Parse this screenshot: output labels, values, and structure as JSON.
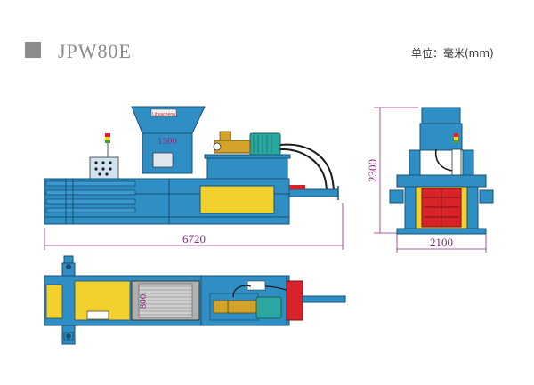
{
  "header": {
    "model": "JPW80E",
    "unit_label": "单位：毫米(mm)"
  },
  "dimensions": {
    "length": "6720",
    "height": "2300",
    "width": "2100",
    "feed_width": "1300",
    "feed_length": "800"
  },
  "labels": {
    "brand_plate": "Lihuacheng"
  },
  "colors": {
    "machine_blue": "#2f8fc4",
    "frame_yellow": "#f2d12e",
    "ram_red": "#d9232a",
    "motor_teal": "#2aa7a0",
    "pump_gold": "#d1a32a",
    "dimension_purple": "#8b2a80"
  }
}
